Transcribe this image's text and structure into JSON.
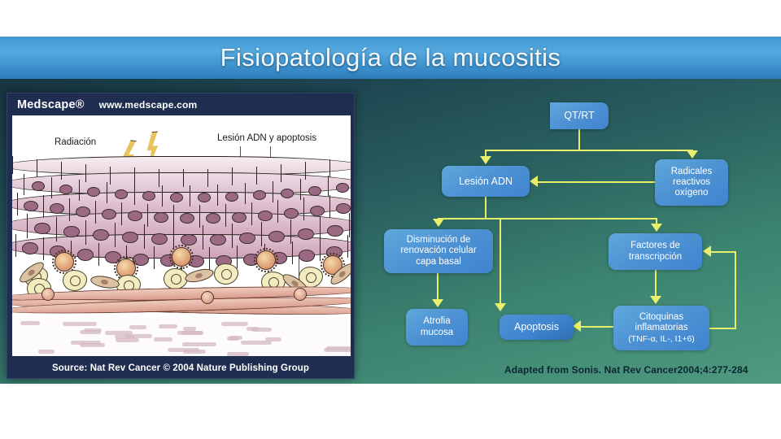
{
  "slide": {
    "title": "Fisiopatología de la mucositis"
  },
  "figure": {
    "logo": "Medscape®",
    "url": "www.medscape.com",
    "source": "Source: Nat Rev Cancer © 2004 Nature Publishing Group",
    "labels": {
      "radiation": "Radiación",
      "dna_damage": "Lesión ADN y apoptosis"
    },
    "icons": [
      "lightning-bolt-icon",
      "lightning-bolt-icon"
    ]
  },
  "flow": {
    "nodes": [
      {
        "id": "qtrt",
        "label": "QT/RT"
      },
      {
        "id": "lesion",
        "label": "Lesión ADN"
      },
      {
        "id": "radicales",
        "line1": "Radicales",
        "line2": "reactivos",
        "line3": "oxígeno"
      },
      {
        "id": "disminucion",
        "line1": "Disminución de",
        "line2": "renovación celular",
        "line3": "capa basal"
      },
      {
        "id": "atrofia",
        "line1": "Atrofia",
        "line2": "mucosa"
      },
      {
        "id": "apoptosis",
        "label": "Apoptosis"
      },
      {
        "id": "factores",
        "line1": "Factores de",
        "line2": "transcripción"
      },
      {
        "id": "citoquinas",
        "line1": "Citoquinas",
        "line2": "inflamatorias",
        "line3": "(TNF-α, IL-, I1+6)"
      }
    ],
    "credit": "Adapted from Sonis. Nat Rev Cancer2004;4:277-284"
  },
  "colors": {
    "banner_blue": "#3f97d4",
    "node_blue": "#4f93d4",
    "arrow_yellow": "#e8ef6a",
    "background_teal": "#2a6160",
    "figure_navy": "#1e2d50"
  }
}
